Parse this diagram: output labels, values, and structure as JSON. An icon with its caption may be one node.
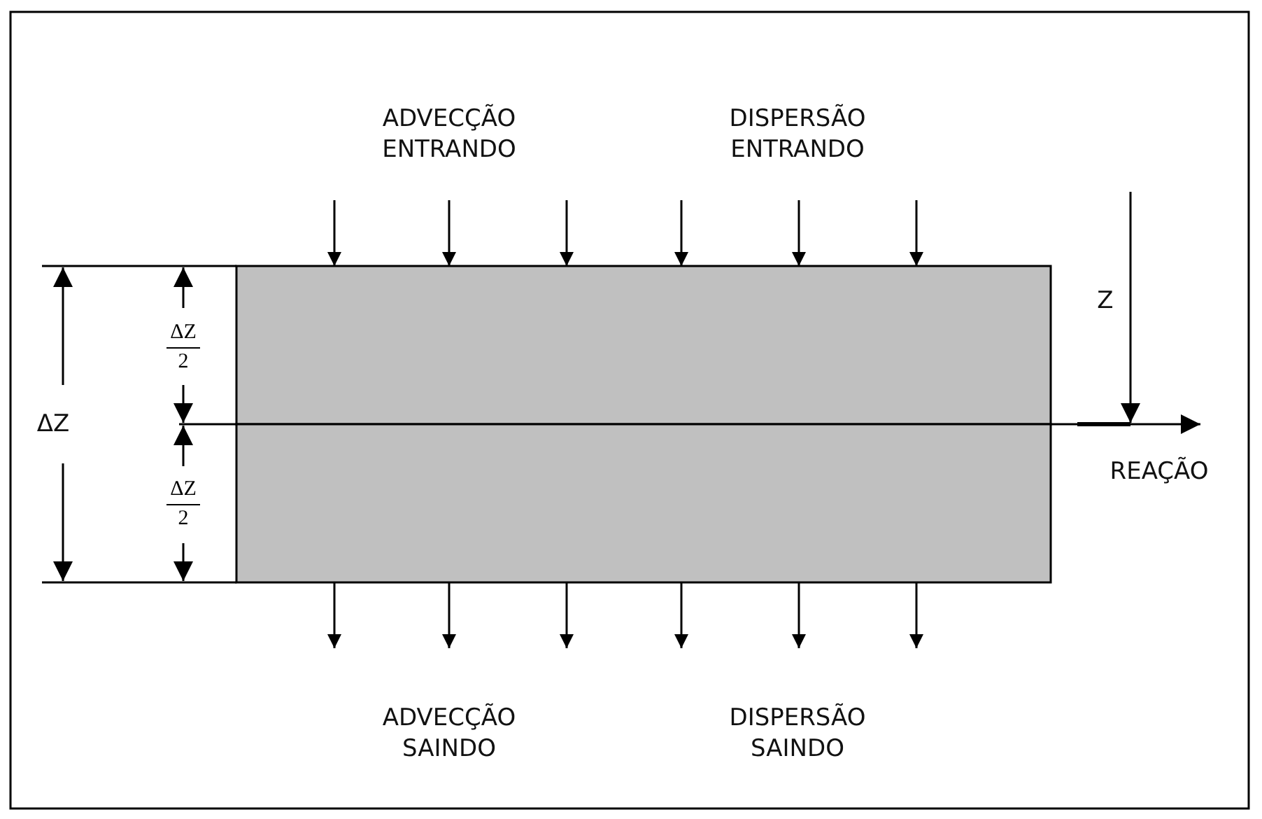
{
  "diagram": {
    "nodes": [
      {
        "text": [],
        "shape": "box"
      },
      {
        "text": [],
        "shape": "box"
      }
    ],
    "edges": [
      {
        "from": null,
        "to": 0,
        "arrow": "to"
      },
      {
        "from": null,
        "to": 0,
        "arrow": "to"
      },
      {
        "from": null,
        "to": 0,
        "arrow": "to"
      },
      {
        "from": null,
        "to": 0,
        "arrow": "to"
      },
      {
        "from": null,
        "to": 0,
        "arrow": "to"
      },
      {
        "from": null,
        "to": 0,
        "arrow": "to"
      },
      {
        "from": 1,
        "to": null,
        "arrow": "to"
      },
      {
        "from": 1,
        "to": null,
        "arrow": "to"
      },
      {
        "from": 1,
        "to": null,
        "arrow": "to"
      },
      {
        "from": 1,
        "to": null,
        "arrow": "to"
      },
      {
        "from": 1,
        "to": null,
        "arrow": "to"
      },
      {
        "from": 1,
        "to": null,
        "arrow": "to"
      },
      {
        "from": 0,
        "to": null,
        "arrow": "to",
        "label": "REAÇÃO"
      }
    ],
    "labels": [
      "ADVECÇÃO ENTRANDO",
      "DISPERSÃO ENTRANDO",
      "Z",
      "ΔZ",
      "2",
      "ΔZ",
      "ΔZ",
      "2",
      "ADVECÇÃO SAINDO",
      "DISPERSÃO SAINDO"
    ]
  }
}
